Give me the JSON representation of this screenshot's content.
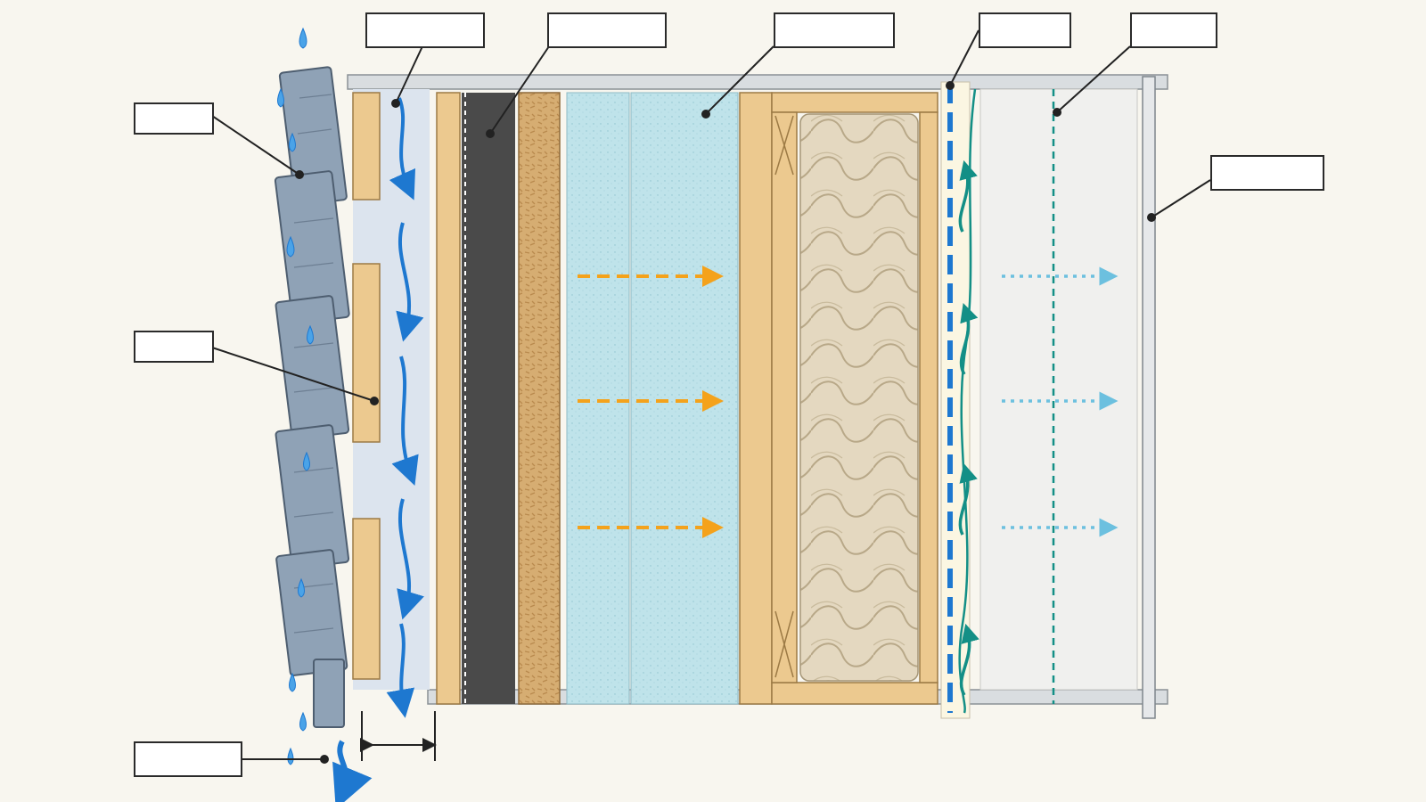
{
  "diagram": {
    "subject": "wall-assembly-cross-section",
    "layers": [
      "shingle-cladding",
      "furring-strip",
      "drainage-gap",
      "wood-board",
      "weather-resistive-barrier",
      "osb-sheathing",
      "rigid-foam-insulation",
      "wood-stud-framing",
      "batt-insulation",
      "vapor-retarder",
      "interior-finish-board",
      "interior-trim"
    ],
    "flow_indicators": [
      "water-drainage-downward",
      "heat-flow-inward",
      "vapor-diffusion-outward",
      "air-movement-inward"
    ],
    "callouts": [
      {
        "id": "callout-shingle",
        "text": ""
      },
      {
        "id": "callout-furring",
        "text": ""
      },
      {
        "id": "callout-drainage-exit",
        "text": ""
      },
      {
        "id": "callout-drainage-gap",
        "text": ""
      },
      {
        "id": "callout-wrb",
        "text": ""
      },
      {
        "id": "callout-foam",
        "text": ""
      },
      {
        "id": "callout-vapor-retarder",
        "text": ""
      },
      {
        "id": "callout-interior-board",
        "text": ""
      },
      {
        "id": "callout-interior-trim",
        "text": ""
      }
    ],
    "colors": {
      "background": "#f8f6ef",
      "shingle": "#8fa2b6",
      "wood": "#ecc98f",
      "wrb": "#4a4a4a",
      "osb": "#d6ad72",
      "foam": "#bfe3ea",
      "batt": "#e4d8c0",
      "water": "#1e78d0",
      "heat": "#f4a21b",
      "vapor": "#138f86",
      "air": "#6cc0df"
    }
  }
}
